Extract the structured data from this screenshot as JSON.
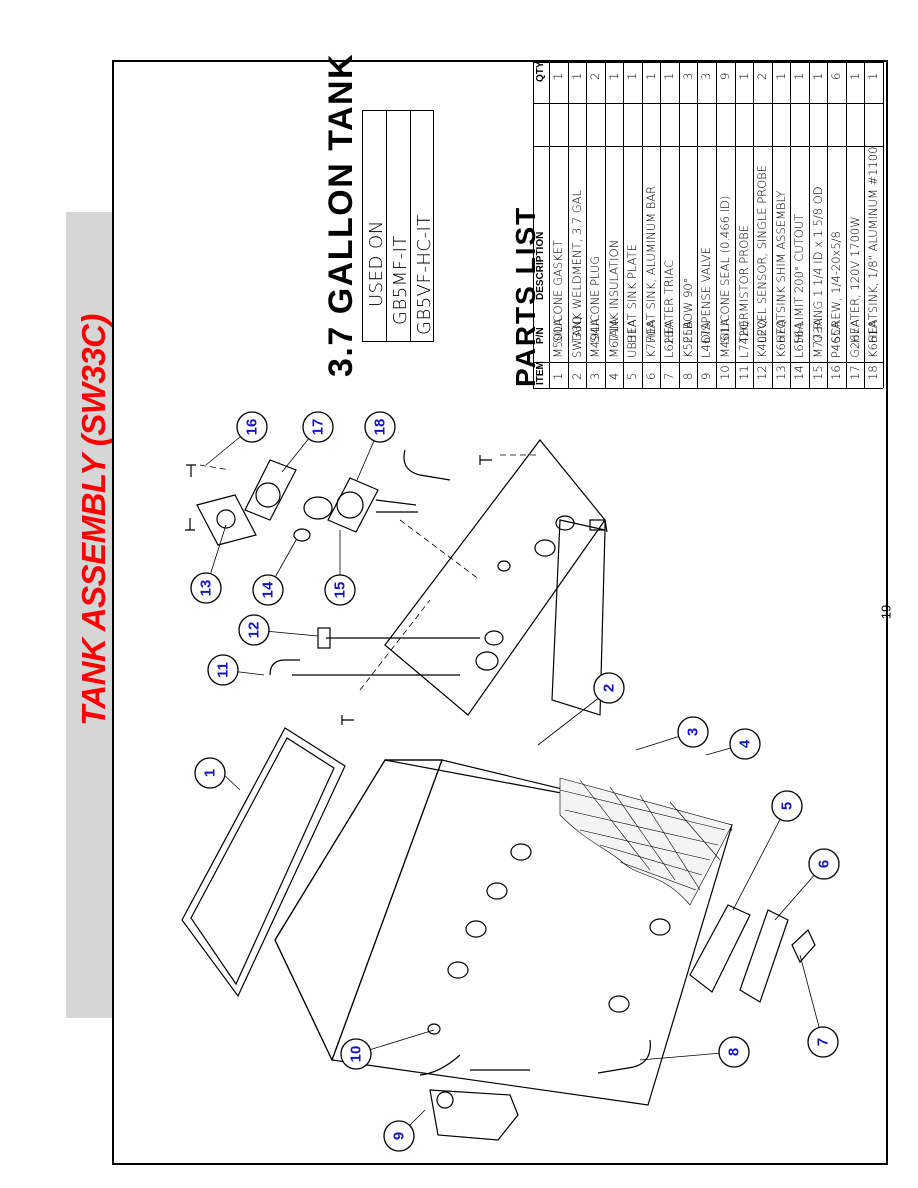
{
  "sidebar": {
    "title": "TANK ASSEMBLY (SW33C)"
  },
  "page_number": "19",
  "main_title": "3.7 GALLON TANK",
  "used_on": {
    "heading": "USED ON",
    "models": [
      "GB5MF-IT",
      "GB5VF-HC-IT"
    ]
  },
  "parts_list": {
    "title": "PARTS LIST",
    "headers": {
      "item": "ITEM",
      "pn": "P/N",
      "description": "DESCRIPTION",
      "qty": "QTY"
    },
    "rows": [
      {
        "item": "1",
        "pn": "M500A",
        "description": "SILICONE GASKET",
        "qty": "1"
      },
      {
        "item": "2",
        "pn": "SW33Q",
        "description": "TANK WELDMENT, 3.7 GAL",
        "qty": "1"
      },
      {
        "item": "3",
        "pn": "M494A",
        "description": "SILICONE PLUG",
        "qty": "2"
      },
      {
        "item": "4",
        "pn": "M671A",
        "description": "TANK INSULATION",
        "qty": "1"
      },
      {
        "item": "5",
        "pn": "UB31A",
        "description": "HEAT SINK PLATE",
        "qty": "1"
      },
      {
        "item": "6",
        "pn": "K770A",
        "description": "HEAT SINK, ALUMINUM BAR",
        "qty": "1"
      },
      {
        "item": "7",
        "pn": "L623A",
        "description": "HEATER TRIAC",
        "qty": "1"
      },
      {
        "item": "8",
        "pn": "K525A",
        "description": "ELBOW 90°",
        "qty": "3"
      },
      {
        "item": "9",
        "pn": "L467A",
        "description": "DISPENSE VALVE",
        "qty": "3"
      },
      {
        "item": "10",
        "pn": "M461A",
        "description": "SILICONE SEAL (0.466 ID)",
        "qty": "9"
      },
      {
        "item": "11",
        "pn": "L742Q",
        "description": "THERMISTOR PROBE",
        "qty": "1"
      },
      {
        "item": "12",
        "pn": "K402Q",
        "description": "LEVEL SENSOR, SINGLE PROBE",
        "qty": "2"
      },
      {
        "item": "13",
        "pn": "K667Q",
        "description": "HEATSINK SHIM ASSEMBLY",
        "qty": "1"
      },
      {
        "item": "14",
        "pn": "L656A",
        "description": "HI-LIMIT 200° CUTOUT",
        "qty": "1"
      },
      {
        "item": "15",
        "pn": "M773A",
        "description": "O-RING 1 1/4 ID x 1 5/8 OD",
        "qty": "1"
      },
      {
        "item": "16",
        "pn": "P465A",
        "description": "SCREW, 1/4-20x5/8",
        "qty": "6"
      },
      {
        "item": "17",
        "pn": "G267A",
        "description": "HEATER, 120V 1700W",
        "qty": "1"
      },
      {
        "item": "18",
        "pn": "K661A",
        "description": "HEATSINK, 1/8\" ALUMINUM #1100",
        "qty": "1"
      }
    ]
  },
  "callouts": [
    "1",
    "2",
    "3",
    "4",
    "5",
    "6",
    "7",
    "8",
    "9",
    "10",
    "11",
    "12",
    "13",
    "14",
    "15",
    "16",
    "17",
    "18"
  ],
  "colors": {
    "title_red": "#ff0000",
    "callout_blue": "#1515c8",
    "sidebar_gray": "#d6d6d6"
  }
}
